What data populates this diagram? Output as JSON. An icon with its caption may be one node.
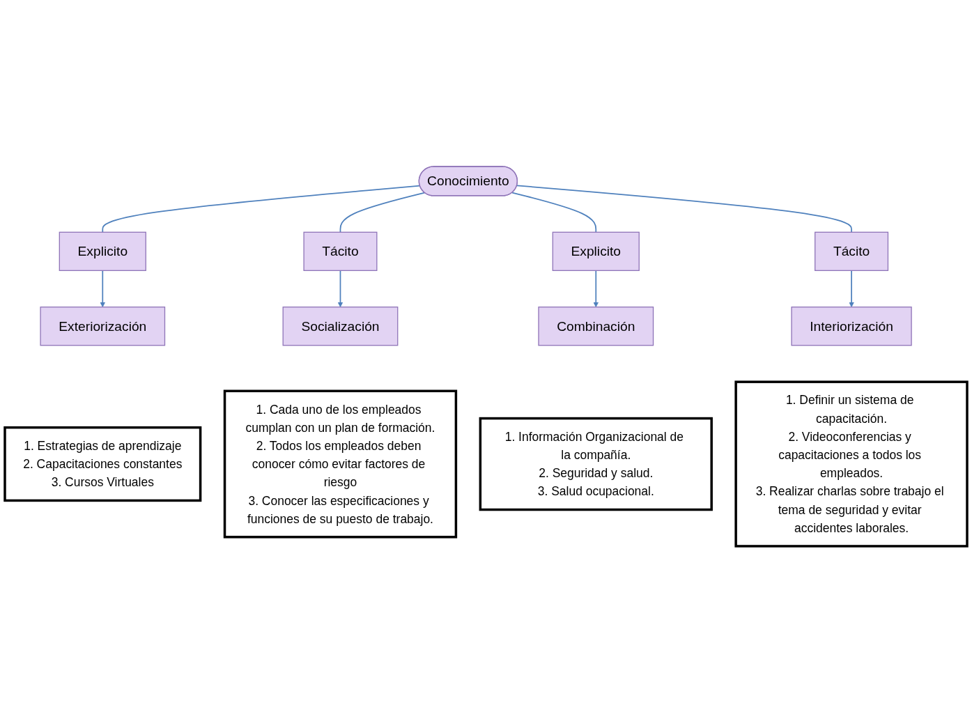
{
  "diagram": {
    "nodes": [
      {
        "text": [
          "Exteriorización"
        ]
      },
      {
        "text": [
          "1. Estrategias de aprendizaje",
          "2. Capacitaciones constantes",
          "3. Cursos Virtuales"
        ]
      },
      {
        "text": [
          "Explicito"
        ]
      },
      {
        "text": [
          "1. Información Organizacional de la compañía.",
          "2. Seguridad y salud.",
          "3. Salud ocupacional."
        ]
      },
      {
        "text": [
          "Socialización"
        ]
      },
      {
        "text": [
          "Tácito"
        ]
      },
      {
        "text": [
          "Conocimiento"
        ]
      },
      {
        "text": [
          "Explicito"
        ]
      },
      {
        "text": [
          "Combinación"
        ]
      },
      {
        "text": [
          "1. Cada uno de los empleados cumplan con un plan de formación.",
          "2. Todos los empleados deben conocer cómo evitar factores de riesgo",
          "3. Conocer las especificaciones y funciones de su puesto de trabajo."
        ]
      },
      {
        "text": [
          "Tácito"
        ]
      },
      {
        "text": [
          "1. Definir un sistema de capacitación.",
          "2. Videoconferencias y capacitaciones a todos los empleados.",
          "3. Realizar charlas sobre trabajo el tema de seguridad y evitar accidentes laborales."
        ]
      },
      {
        "text": [
          "Interiorización"
        ]
      }
    ],
    "edges": [
      {
        "from": 6,
        "to": 2,
        "arrow": "none"
      },
      {
        "from": 2,
        "to": 0,
        "arrow": "to"
      },
      {
        "from": 6,
        "to": 5,
        "arrow": "none"
      },
      {
        "from": 5,
        "to": 4,
        "arrow": "to"
      },
      {
        "from": 6,
        "to": 7,
        "arrow": "none"
      },
      {
        "from": 7,
        "to": 8,
        "arrow": "to"
      },
      {
        "from": 6,
        "to": 10,
        "arrow": "none"
      },
      {
        "from": 10,
        "to": 12,
        "arrow": "to"
      }
    ]
  }
}
